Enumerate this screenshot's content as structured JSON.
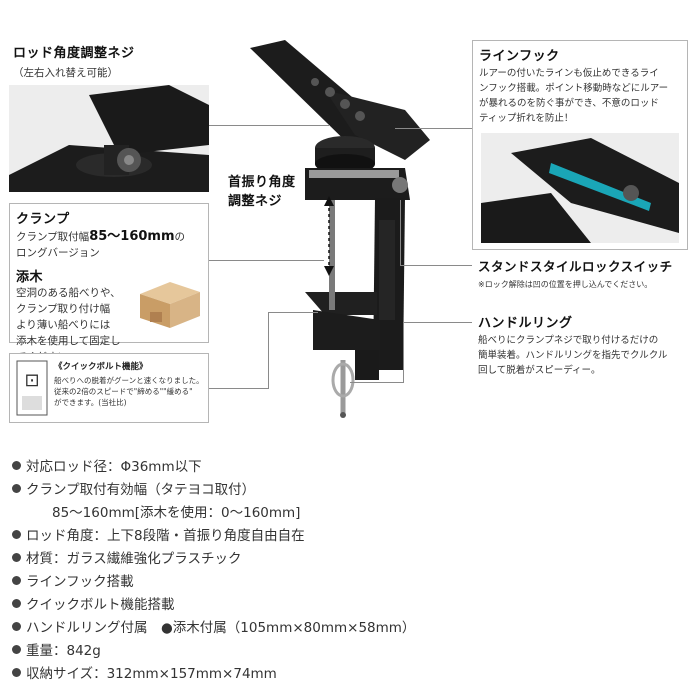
{
  "callouts": {
    "rod_angle": {
      "title": "ロッド角度調整ネジ",
      "sub": "（左右入れ替え可能）"
    },
    "swivel": {
      "title_line1": "首振り角度",
      "title_line2": "調整ネジ"
    },
    "clamp": {
      "title": "クランプ",
      "line1_prefix": "クランプ取付幅",
      "line1_range": "85〜160mm",
      "line1_suffix": "の",
      "line2": "ロングバージョン"
    },
    "soegi": {
      "title": "添木",
      "lines": [
        "空洞のある船べりや、",
        "クランプ取り付け幅",
        "より薄い船べりには",
        "添木を使用して固定し",
        "てください。"
      ]
    },
    "quick_bolt": {
      "title": "《クイックボルト機能》",
      "lines": [
        "船べりへの脱着がグーンと速くなりました。",
        "従来の2倍のスピードで\"締める\"\"緩める\"",
        "ができます。(当社比)"
      ]
    },
    "line_hook": {
      "title": "ラインフック",
      "lines": [
        "ルアーの付いたラインも仮止めできるライ",
        "ンフック搭載。ポイント移動時などにルアー",
        "が暴れるのを防ぐ事ができ、不意のロッド",
        "ティップ折れを防止！"
      ]
    },
    "lock_switch": {
      "title": "スタンドスタイルロックスイッチ",
      "note": "※ロック解除は凹の位置を押し込んでください。"
    },
    "handle_ring": {
      "title": "ハンドルリング",
      "lines": [
        "船べりにクランプネジで取り付けるだけの",
        "簡単装着。ハンドルリングを指先でクルクル",
        "回して脱着がスピーディー。"
      ]
    }
  },
  "specs": [
    {
      "text": "対応ロッド径：Φ36mm以下"
    },
    {
      "text": "クランプ取付有効幅（タテヨコ取付）"
    },
    {
      "text": "85〜160mm[添木を使用：0〜160mm]",
      "sub": true
    },
    {
      "text": "ロッド角度：上下8段階・首振り角度自由自在"
    },
    {
      "text": "材質：ガラス繊維強化プラスチック"
    },
    {
      "text": "ラインフック搭載"
    },
    {
      "text": "クイックボルト機能搭載"
    },
    {
      "text": "ハンドルリング付属　●添木付属（105mm×80mm×58mm）"
    },
    {
      "text": "重量：842g"
    },
    {
      "text": "収納サイズ：312mm×157mm×74mm"
    }
  ],
  "colors": {
    "product": "#1c1c1c",
    "accent_teal": "#1aa6b7",
    "wood": "#d8b486",
    "border": "#b5b5b5"
  }
}
